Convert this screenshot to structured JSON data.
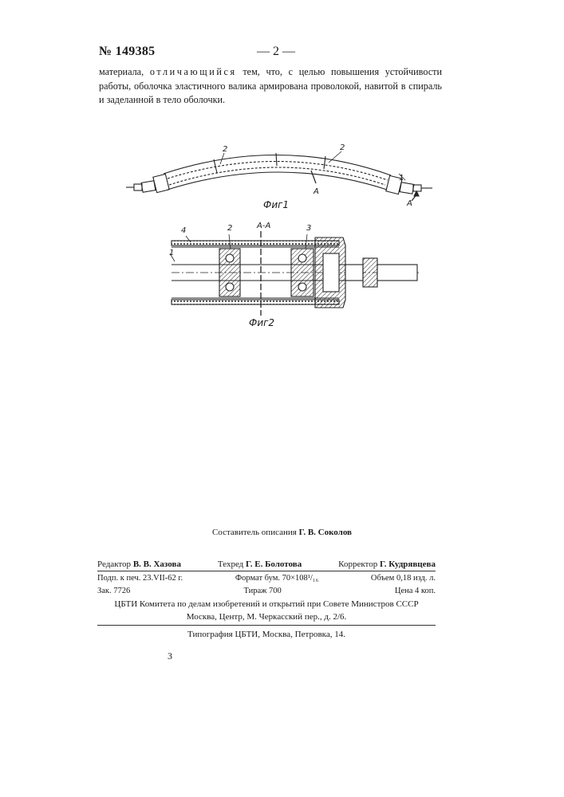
{
  "header": {
    "patent_number": "№ 149385",
    "page_number": "— 2 —"
  },
  "body_text": {
    "part1": "материала,",
    "spaced_word": "отличающийся",
    "part2": "тем, что, с целью повышения устойчивости работы, оболочка эластичного валика армирована проволокой, навитой в спираль и заделанной в тело оболочки."
  },
  "figures": {
    "fig1": {
      "caption": "Фиг1",
      "callouts": {
        "part_2_left": "2",
        "part_2_right": "2",
        "part_1": "1",
        "section_a_center": "A",
        "section_a_right": "A"
      }
    },
    "fig2": {
      "caption": "Фиг2",
      "callouts": {
        "part_4": "4",
        "part_2": "2",
        "section_aa": "A-A",
        "part_3": "3",
        "part_1": "1"
      }
    }
  },
  "footer": {
    "compiler_label": "Составитель описания",
    "compiler_name": "Г. В. Соколов",
    "editor_label": "Редактор",
    "editor_name": "В. В. Хазова",
    "tech_label": "Техред",
    "tech_name": "Г. Е. Болотова",
    "corrector_label": "Корректор",
    "corrector_name": "Г. Кудрявцева",
    "signed": "Подп. к печ. 23.VII-62 г.",
    "format": "Формат бум. 70×108¹/₁₆",
    "volume": "Объем 0,18 изд. л.",
    "order": "Зак. 7726",
    "circulation": "Тираж 700",
    "price": "Цена 4 коп.",
    "org_line1": "ЦБТИ Комитета по делам изобретений и открытий при Совете Министров СССР",
    "org_line2": "Москва, Центр, М. Черкасский пер., д. 2/6.",
    "printer": "Типография ЦБТИ, Москва, Петровка, 14.",
    "sheet_number": "3"
  }
}
